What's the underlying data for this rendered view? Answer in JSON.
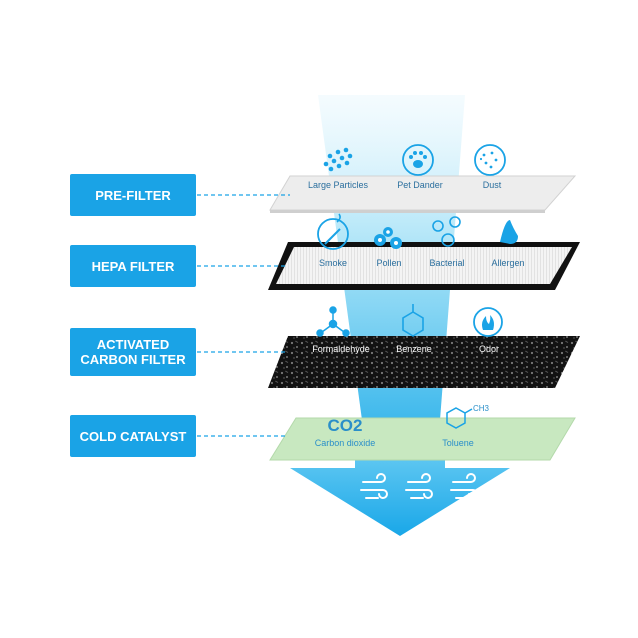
{
  "layers": [
    {
      "label_lines": [
        "PRE-FILTER"
      ],
      "items": [
        "Large Particles",
        "Pet Dander",
        "Dust"
      ]
    },
    {
      "label_lines": [
        "HEPA FILTER"
      ],
      "items": [
        "Smoke",
        "Pollen",
        "Bacterial",
        "Allergen"
      ]
    },
    {
      "label_lines": [
        "ACTIVATED",
        "CARBON FILTER"
      ],
      "items": [
        "Formaldehyde",
        "Benzene",
        "Odor"
      ]
    },
    {
      "label_lines": [
        "COLD CATALYST"
      ],
      "items": [
        "Carbon dioxide",
        "Toluene"
      ]
    }
  ],
  "symbols": {
    "co2": "CO2",
    "methyl": "CH3"
  },
  "colors": {
    "accent": "#1aa3e6",
    "airflow": "#7fd3f2",
    "catalyst": "#c8e8c0",
    "carbon": "#1a1a1a"
  },
  "icons": [
    "dots-icon",
    "paw-icon",
    "dust-icon",
    "smoke-icon",
    "pollen-icon",
    "bacteria-icon",
    "nose-icon",
    "molecule-icon",
    "benzene-ring-icon",
    "odor-flame-icon",
    "co2-icon",
    "toluene-icon",
    "wind-icon"
  ]
}
